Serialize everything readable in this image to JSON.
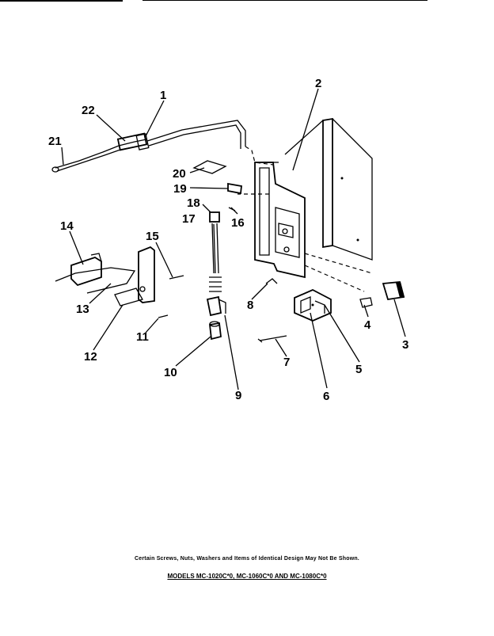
{
  "callouts": {
    "c1": "1",
    "c2": "2",
    "c3": "3",
    "c4": "4",
    "c5": "5",
    "c6": "6",
    "c7": "7",
    "c8": "8",
    "c9": "9",
    "c10": "10",
    "c11": "11",
    "c12": "12",
    "c13": "13",
    "c14": "14",
    "c15": "15",
    "c16": "16",
    "c17": "17",
    "c18": "18",
    "c19": "19",
    "c20": "20",
    "c21": "21",
    "c22": "22"
  },
  "footer": {
    "note": "Certain Screws, Nuts, Washers and Items of Identical Design May Not Be Shown.",
    "models": "MODELS MC-1020C*0, MC-1060C*0 AND MC-1080C*0"
  }
}
